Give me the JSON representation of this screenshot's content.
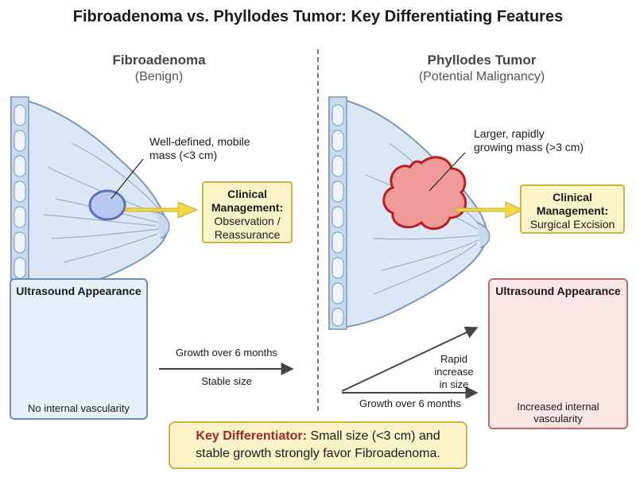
{
  "title": "Fibroadenoma vs. Phyllodes Tumor: Key Differentiating Features",
  "left": {
    "heading": "Fibroadenoma",
    "subheading": "(Benign)",
    "mass_note": [
      "Well-defined, mobile",
      "mass (<3 cm)"
    ],
    "management_title": "Clinical Management:",
    "management_text": [
      "Observation /",
      "Reassurance"
    ],
    "ultrasound_title": "Ultrasound Appearance",
    "ultrasound_caption": "No internal vascularity",
    "growth_label": "Growth over 6 months",
    "growth_desc": "Stable size"
  },
  "right": {
    "heading": "Phyllodes Tumor",
    "subheading": "(Potential Malignancy)",
    "mass_note": [
      "Larger, rapidly",
      "growing mass (>3 cm)"
    ],
    "management_title": "Clinical Management:",
    "management_text": "Surgical Excision",
    "ultrasound_title": "Ultrasound Appearance",
    "ultrasound_caption": [
      "Increased internal",
      "vascularity"
    ],
    "growth_desc": [
      "Rapid",
      "increase",
      "in size"
    ],
    "growth_label": "Growth over 6 months"
  },
  "key": {
    "label": "Key Differentiator:",
    "text_1": " Small size (<3 cm) and",
    "text_2": "stable growth strongly favor Fibroadenoma."
  },
  "colors": {
    "benign_mass": "#b9c8f0",
    "malignant_mass": "#f09a9a",
    "arrow_yellow": "#f2d646",
    "tissue": "#dbe7f4",
    "box_yellow": "#fbf3c8"
  }
}
